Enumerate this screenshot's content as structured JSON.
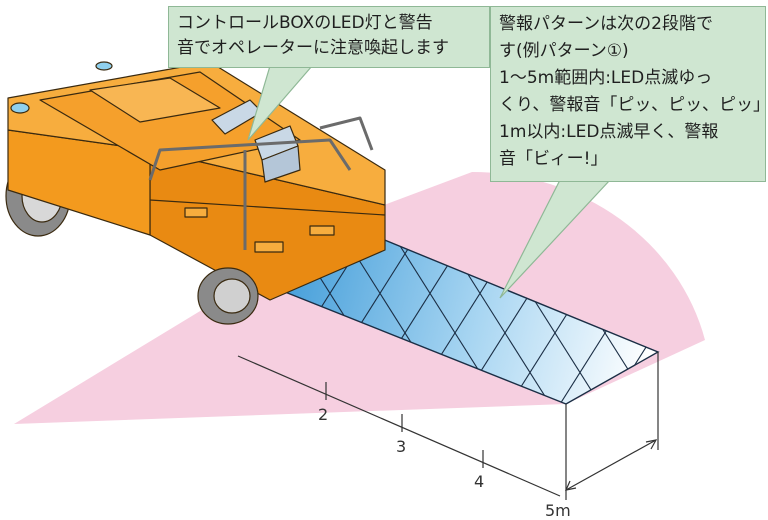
{
  "callouts": {
    "controlBox": {
      "lines": [
        "コントロールBOXのLED灯と警告",
        "音でオペレーターに注意喚起します"
      ]
    },
    "alarmPattern": {
      "lines": [
        "警報パターンは次の2段階で",
        "す(例パターン①)",
        "1～5m範囲内:LED点滅ゆっ",
        "くり、警報音「ピッ、ピッ、ピッ」",
        "1m以内:LED点滅早く、警報",
        "音「ビィー!」"
      ]
    }
  },
  "scale": {
    "ticks": [
      "2",
      "3",
      "4"
    ],
    "end_label": "5m"
  },
  "colors": {
    "zone": "#f6cfe0",
    "near_zone": "#4aa3dc",
    "vehicle": "#f39a1e",
    "callout_bg": "#cfe6d1"
  }
}
